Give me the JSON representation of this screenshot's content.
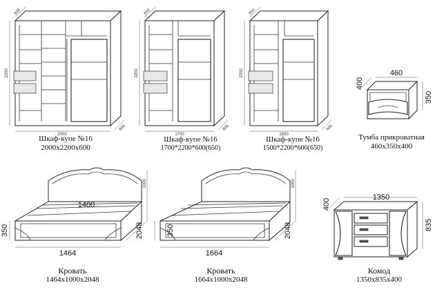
{
  "wardrobe1": {
    "title": "Шкаф-купе №16",
    "size": "2000х2200х600",
    "dim_height": "2200",
    "dim_width": "2000",
    "dim_depth_top": "600",
    "dim_depth_side": "600"
  },
  "wardrobe2": {
    "title": "Шкаф-купе №16",
    "size": "1700*2200*600(650)",
    "dim_height": "2200",
    "dim_width": "1700",
    "dim_depth_top": "650",
    "dim_depth_side": "600"
  },
  "wardrobe3": {
    "title": "Шкаф-купе №16",
    "size": "1500*2200*600(650)",
    "dim_height": "2200",
    "dim_width": "1500",
    "dim_depth_top": "650",
    "dim_depth_side": "600"
  },
  "nightstand": {
    "title": "Тумба прикроватная",
    "size": "460х350х400",
    "dim_width": "460",
    "dim_depth": "400",
    "dim_height": "350"
  },
  "bed1": {
    "title": "Кровать",
    "size": "1464х1000х2048",
    "dim_inner": "1400",
    "dim_width": "1464",
    "dim_height_head": "1000",
    "dim_height_foot": "350",
    "dim_length": "2048"
  },
  "bed2": {
    "title": "Кровать",
    "size": "1664х1000х2048",
    "dim_width": "1664",
    "dim_height_head": "1000",
    "dim_height_foot": "350",
    "dim_length": "2048"
  },
  "dresser": {
    "title": "Комод",
    "size": "1350х835х400",
    "dim_width": "1350",
    "dim_depth": "400",
    "dim_height": "835"
  }
}
